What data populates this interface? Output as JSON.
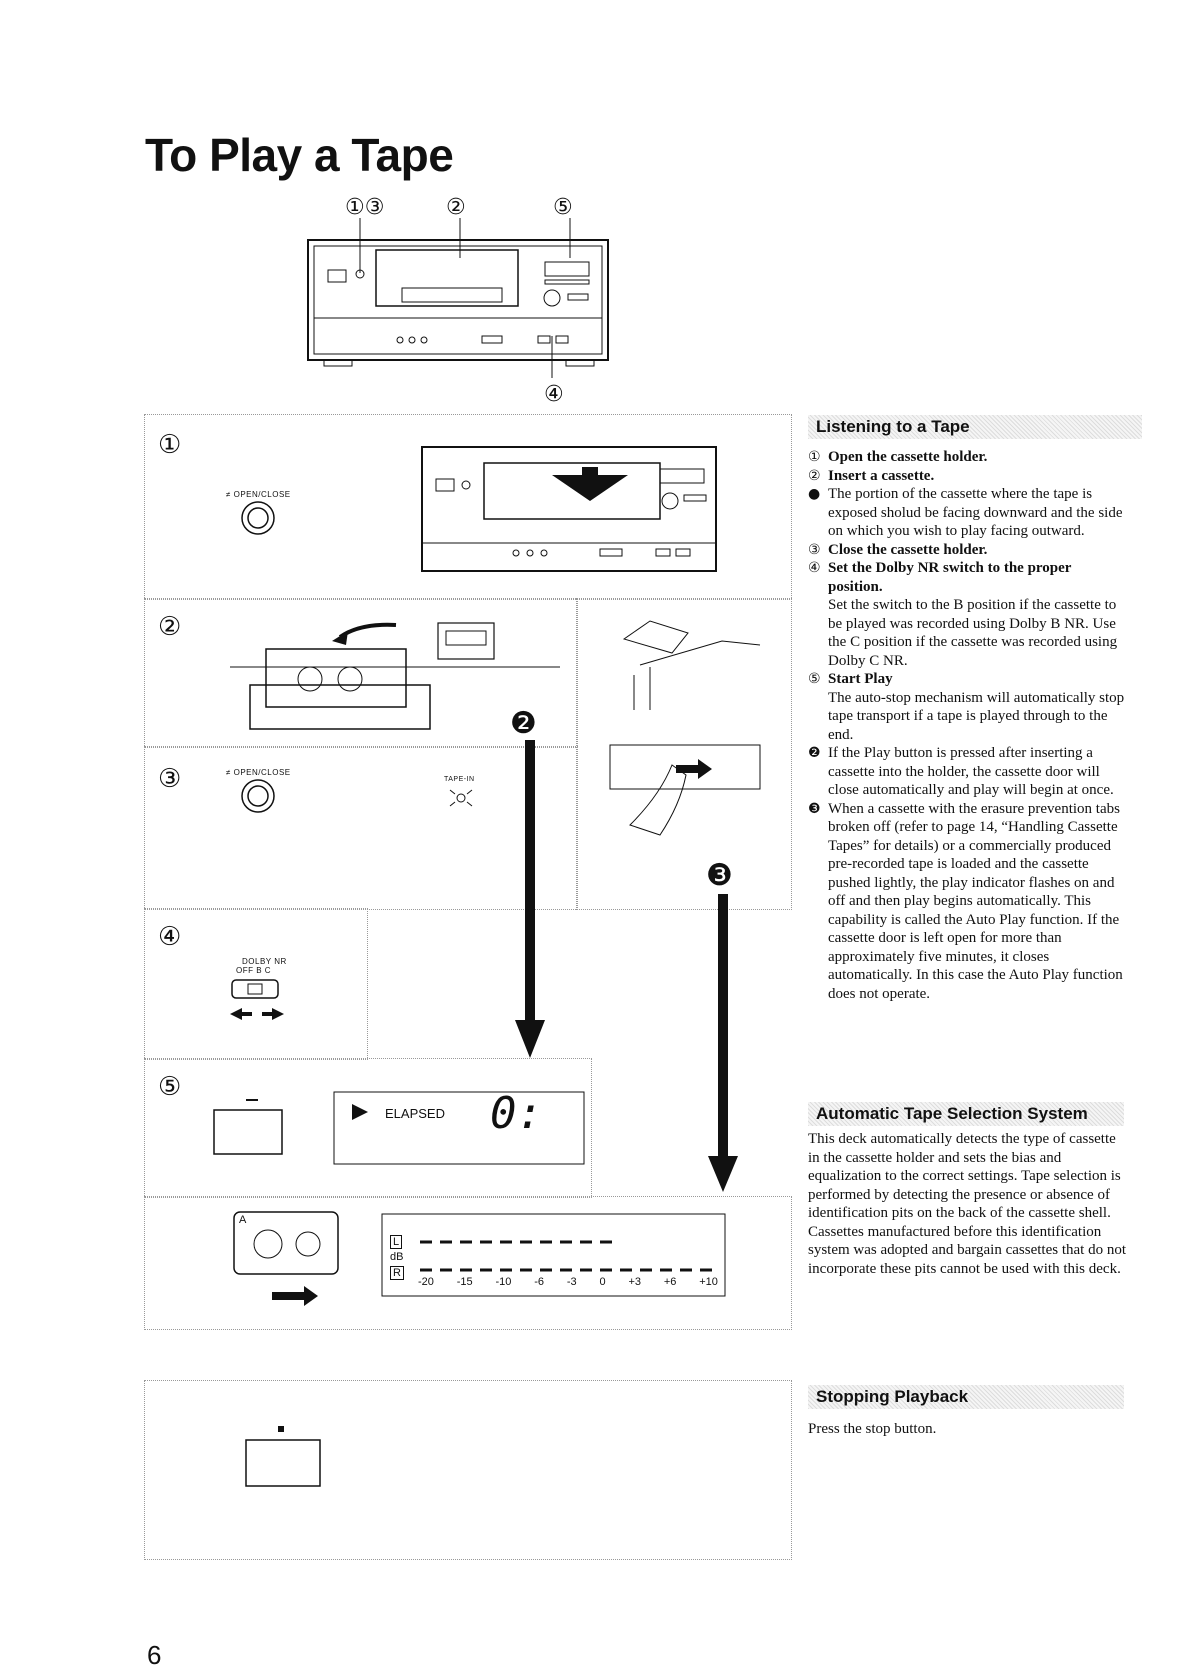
{
  "title": "To Play a Tape",
  "overview_callouts": [
    "①③",
    "②",
    "⑤",
    "④"
  ],
  "steps": {
    "s1": "①",
    "s2": "②",
    "s3": "③",
    "s4": "④",
    "s5": "⑤"
  },
  "labels": {
    "open_close_1": "≠ OPEN/CLOSE",
    "open_close_3": "≠ OPEN/CLOSE",
    "tape_in": "TAPE-IN",
    "dolby_nr": "DOLBY NR",
    "dolby_positions": "OFF  B  C",
    "elapsed": "ELAPSED",
    "counter": "0:",
    "tape_side": "A",
    "meter_l": "L",
    "meter_db": "dB",
    "meter_r": "R",
    "meter_scale": [
      "-20",
      "-15",
      "-10",
      "-6",
      "-3",
      "0",
      "+3",
      "+6",
      "+10"
    ],
    "marker_2": "❷",
    "marker_3": "❸"
  },
  "listening": {
    "heading": "Listening to a Tape",
    "items": [
      {
        "mark": "①",
        "text": "Open the cassette holder.",
        "bold": true
      },
      {
        "mark": "②",
        "text": "Insert a cassette.",
        "bold": true
      },
      {
        "mark": "●",
        "text": "The portion of the cassette where the tape is exposed sholud be facing downward and the side on which you wish to play facing outward.",
        "bold": false
      },
      {
        "mark": "③",
        "text": "Close the cassette holder.",
        "bold": true
      },
      {
        "mark": "④",
        "text": "Set the Dolby NR switch to the proper position.",
        "bold": true
      },
      {
        "mark": "",
        "text": "Set the switch to the B position if the cassette to be played was recorded using Dolby B NR. Use the C position if the cassette was recorded using Dolby C NR.",
        "bold": false
      },
      {
        "mark": "⑤",
        "text": "Start Play",
        "bold": true
      },
      {
        "mark": "",
        "text": "The auto-stop mechanism will automatically stop tape transport if a tape is played through to the end.",
        "bold": false
      },
      {
        "mark": "❷",
        "text": "If the Play button is pressed after inserting a cassette into the holder, the cassette door will close automatically and play will begin at once.",
        "bold": false
      },
      {
        "mark": "❸",
        "text": "When a cassette with the erasure prevention tabs broken off (refer to page 14, “Handling Cassette Tapes” for details) or a commercially produced pre-recorded tape is loaded and the cassette pushed lightly, the play indicator flashes on and off and then play begins automatically. This capability is called the Auto Play function. If the cassette door is left open for more than approximately five minutes, it closes automatically. In this case the Auto Play function does not operate.",
        "bold": false
      }
    ]
  },
  "ats": {
    "heading": "Automatic Tape Selection System",
    "text": "This deck automatically detects the type of cassette in the cassette holder and sets the bias and equalization to the correct settings. Tape selection is performed by detecting the presence or absence of identification pits on the back of the cassette shell. Cassettes manufactured before this identification system was adopted and bargain cassettes that do not incorporate these pits cannot be used with this deck."
  },
  "stopping": {
    "heading": "Stopping Playback",
    "text": "Press the stop button."
  },
  "page_number": "6"
}
